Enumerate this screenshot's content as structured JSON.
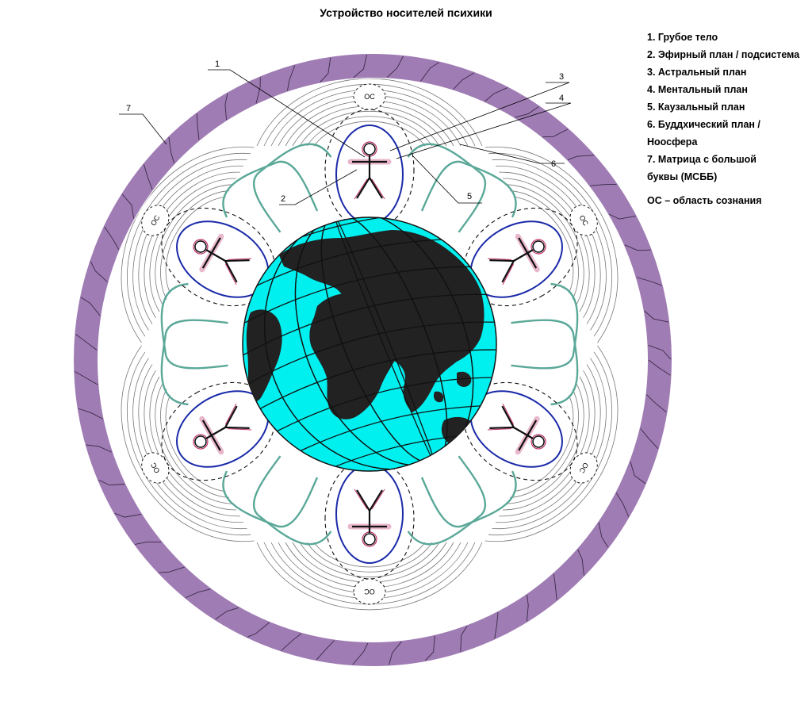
{
  "title": "Устройство носителей психики",
  "legend": {
    "items": [
      "1. Грубое тело",
      "2. Эфирный план / подсистема",
      "3. Астральный план",
      "4. Ментальный план",
      "5. Каузальный план",
      "6. Буддхический план / Ноосфера",
      "7. Матрица с большой буквы (МСББ)"
    ],
    "note": "ОС – область сознания"
  },
  "callouts": [
    "1",
    "2",
    "3",
    "4",
    "5",
    "6",
    "7"
  ],
  "os_label": "ОС",
  "colors": {
    "globe_fill": "#00f0f0",
    "continents": "#222222",
    "outer_ring": "#a07cb4",
    "petal_outline": "#5aa898",
    "astral_ellipse": "#1a2aa8",
    "etheric_outline": "#c0306a",
    "figure_stroke": "#111111"
  },
  "icons": [
    "human-figure-icon",
    "globe-icon"
  ]
}
